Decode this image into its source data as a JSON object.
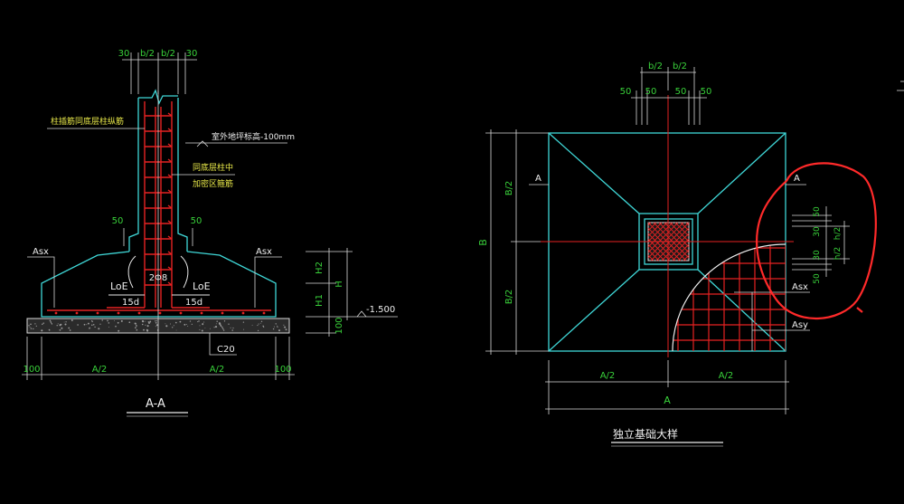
{
  "colors": {
    "background": "#000000",
    "outline": "#3fd7d7",
    "rebar": "#e52222",
    "dimension": "#d8d8d8",
    "dim_text": "#39d13a",
    "label_text": "#eaea4a",
    "white_text": "#eeeeee",
    "concrete": "#8a8a8a",
    "markup_circle": "#ff2a2a"
  },
  "section_view": {
    "title": "A-A",
    "top_dims": [
      "30",
      "b/2",
      "b/2",
      "30"
    ],
    "notes": {
      "upper_left": "柱插筋同底层柱纵筋",
      "outdoor_grade": "室外地坪标高-100mm",
      "stirrup_note_1": "同底层柱中",
      "stirrup_note_2": "加密区箍筋"
    },
    "side_dims": [
      "50",
      "50"
    ],
    "asx_left": "Asx",
    "asx_right": "Asx",
    "loe_left": "LoE",
    "loe_right": "LoE",
    "d15_left": "15d",
    "d15_right": "15d",
    "center_bars": "2Φ8",
    "height_dims": {
      "h2": "H2",
      "h1": "H1",
      "h": "H",
      "pad": "100"
    },
    "elevation": "-1.500",
    "concrete_grade": "C20",
    "bottom_dims": [
      "100",
      "A/2",
      "A/2",
      "100"
    ]
  },
  "plan_view": {
    "title": "独立基础大样",
    "top_dims": [
      "b/2",
      "b/2"
    ],
    "top_small_dims": [
      "50",
      "50",
      "50",
      "50"
    ],
    "left_dims": {
      "b_half_top": "B/2",
      "b_total": "B",
      "b_half_bottom": "B/2"
    },
    "section_mark_left": "A",
    "section_mark_right": "A",
    "right_dims": {
      "d50_top": "50",
      "d30_top": "30",
      "h_half_top": "h/2",
      "h_half_bottom": "h/2",
      "d30_bottom": "30",
      "d50_bottom": "50"
    },
    "asx": "Asx",
    "asy": "Asy",
    "bottom_dims": {
      "a_half_left": "A/2",
      "a_half_right": "A/2",
      "a_total": "A"
    }
  }
}
